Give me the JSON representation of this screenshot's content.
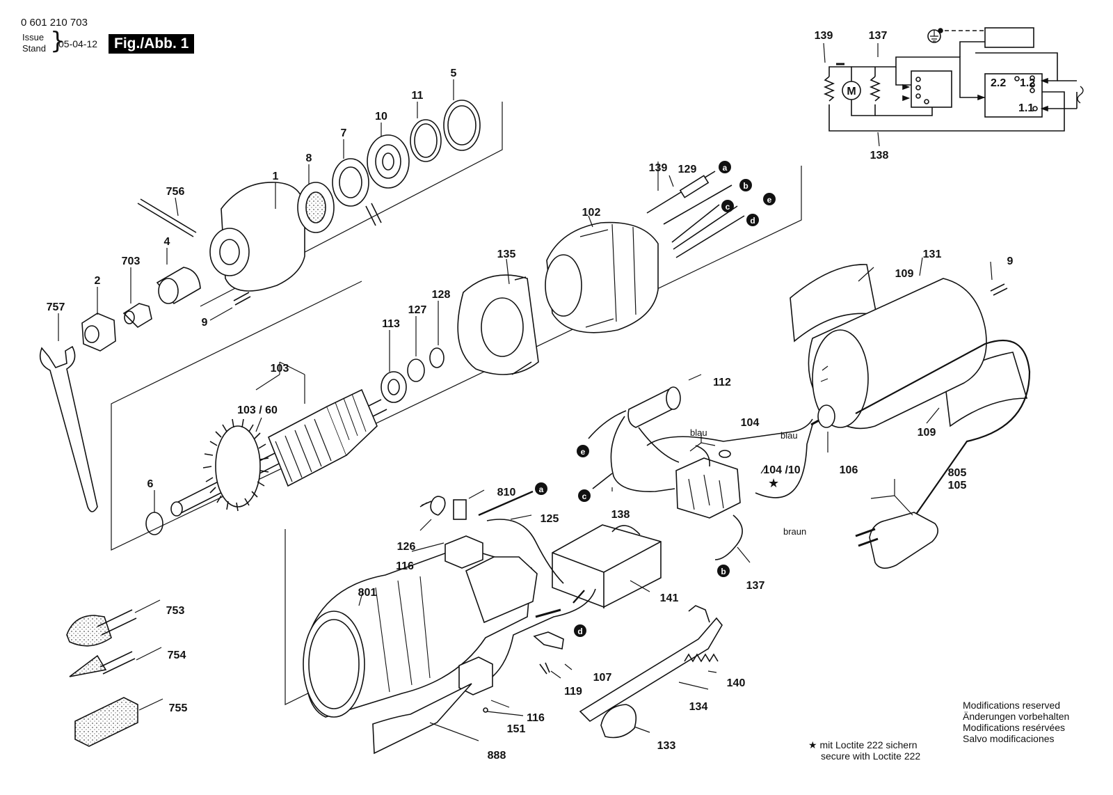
{
  "header": {
    "doc_number": "0 601 210 703",
    "issue_label": "Issue",
    "stand_label": "Stand",
    "issue_date": "05-04-12",
    "figure_label": "Fig./Abb. 1"
  },
  "circuit": {
    "labels": [
      "139",
      "137",
      "138",
      "2.2",
      "1.2",
      "1.1"
    ],
    "motor_symbol": "M"
  },
  "parts": [
    "0 601 210 703"
  ],
  "part_labels": {
    "p1": "1",
    "p2": "2",
    "p4": "4",
    "p5": "5",
    "p6": "6",
    "p7": "7",
    "p8": "8",
    "p9a": "9",
    "p9b": "9",
    "p10": "10",
    "p11": "11",
    "p102": "102",
    "p103": "103",
    "p103_60": "103 / 60",
    "p104": "104",
    "p104_10": "104 /10",
    "p105": "105",
    "p106": "106",
    "p107": "107",
    "p109a": "109",
    "p109b": "109",
    "p112": "112",
    "p113": "113",
    "p116a": "116",
    "p116b": "116",
    "p119": "119",
    "p125": "125",
    "p126": "126",
    "p127": "127",
    "p128": "128",
    "p129": "129",
    "p131": "131",
    "p133": "133",
    "p134": "134",
    "p135": "135",
    "p137": "137",
    "p138": "138",
    "p139": "139",
    "p140": "140",
    "p141": "141",
    "p151": "151",
    "p703": "703",
    "p753": "753",
    "p754": "754",
    "p755": "755",
    "p756": "756",
    "p757": "757",
    "p801": "801",
    "p805": "805",
    "p810": "810",
    "p888": "888"
  },
  "wire_letters": {
    "a1": "a",
    "b1": "b",
    "c1": "c",
    "d1": "d",
    "e1": "e",
    "a2": "a",
    "b2": "b",
    "c2": "c",
    "d2": "d",
    "e2": "e"
  },
  "wire_colors": {
    "blau1": "blau",
    "blau2": "blau",
    "braun": "braun"
  },
  "notes": {
    "star": "★",
    "loctite_de": "mit Loctite 222 sichern",
    "loctite_en": "secure with Loctite 222",
    "mods": [
      "Modifications reserved",
      "Änderungen vorbehalten",
      "Modifications resérvées",
      "Salvo modificaciones"
    ]
  },
  "colors": {
    "ink": "#111111",
    "background": "#ffffff"
  }
}
